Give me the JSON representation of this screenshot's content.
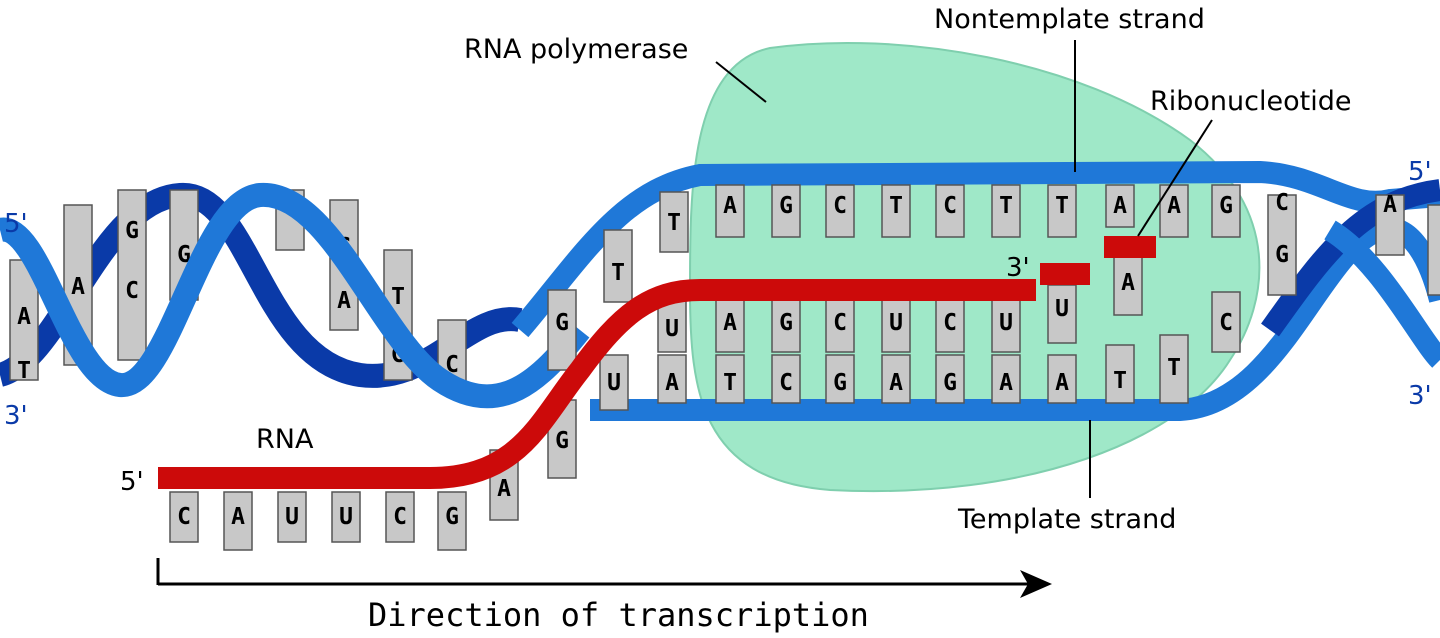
{
  "labels": {
    "rna_polymerase": "RNA polymerase",
    "nontemplate_strand": "Nontemplate strand",
    "ribonucleotide": "Ribonucleotide",
    "template_strand": "Template strand",
    "rna": "RNA",
    "direction": "Direction of transcription"
  },
  "strand_ends": {
    "left_top": "5'",
    "left_bottom": "3'",
    "right_top": "5'",
    "right_bottom": "3'",
    "rna_five": "5'",
    "rna_three": "3'"
  },
  "bases": {
    "left_helix": [
      "A",
      "T",
      "A",
      "T",
      "G",
      "C",
      "G",
      "A",
      "G",
      "A",
      "T",
      "G",
      "C",
      "G"
    ],
    "nontemplate_strand": [
      "T",
      "A",
      "G",
      "C",
      "T",
      "C",
      "T",
      "T",
      "A",
      "A",
      "G"
    ],
    "template_strand": [
      "U",
      "A",
      "T",
      "C",
      "G",
      "A",
      "G",
      "A",
      "A",
      "T",
      "T"
    ],
    "rna_in_bubble": [
      "U",
      "A",
      "G",
      "C",
      "U",
      "C",
      "U",
      "U"
    ],
    "rna_transcript": [
      "C",
      "A",
      "U",
      "U",
      "C",
      "G",
      "A",
      "G",
      "G",
      "T"
    ],
    "free_ribonucleotide": "A",
    "right_region": [
      "C",
      "G",
      "C",
      "A"
    ]
  },
  "colors": {
    "dna_dark": "#0a3aa8",
    "dna_light": "#1f78d8",
    "rna": "#cc0a0a",
    "polymerase": "#9fe8c8",
    "base_fill": "#c8c8c8",
    "base_stroke": "#555555"
  }
}
